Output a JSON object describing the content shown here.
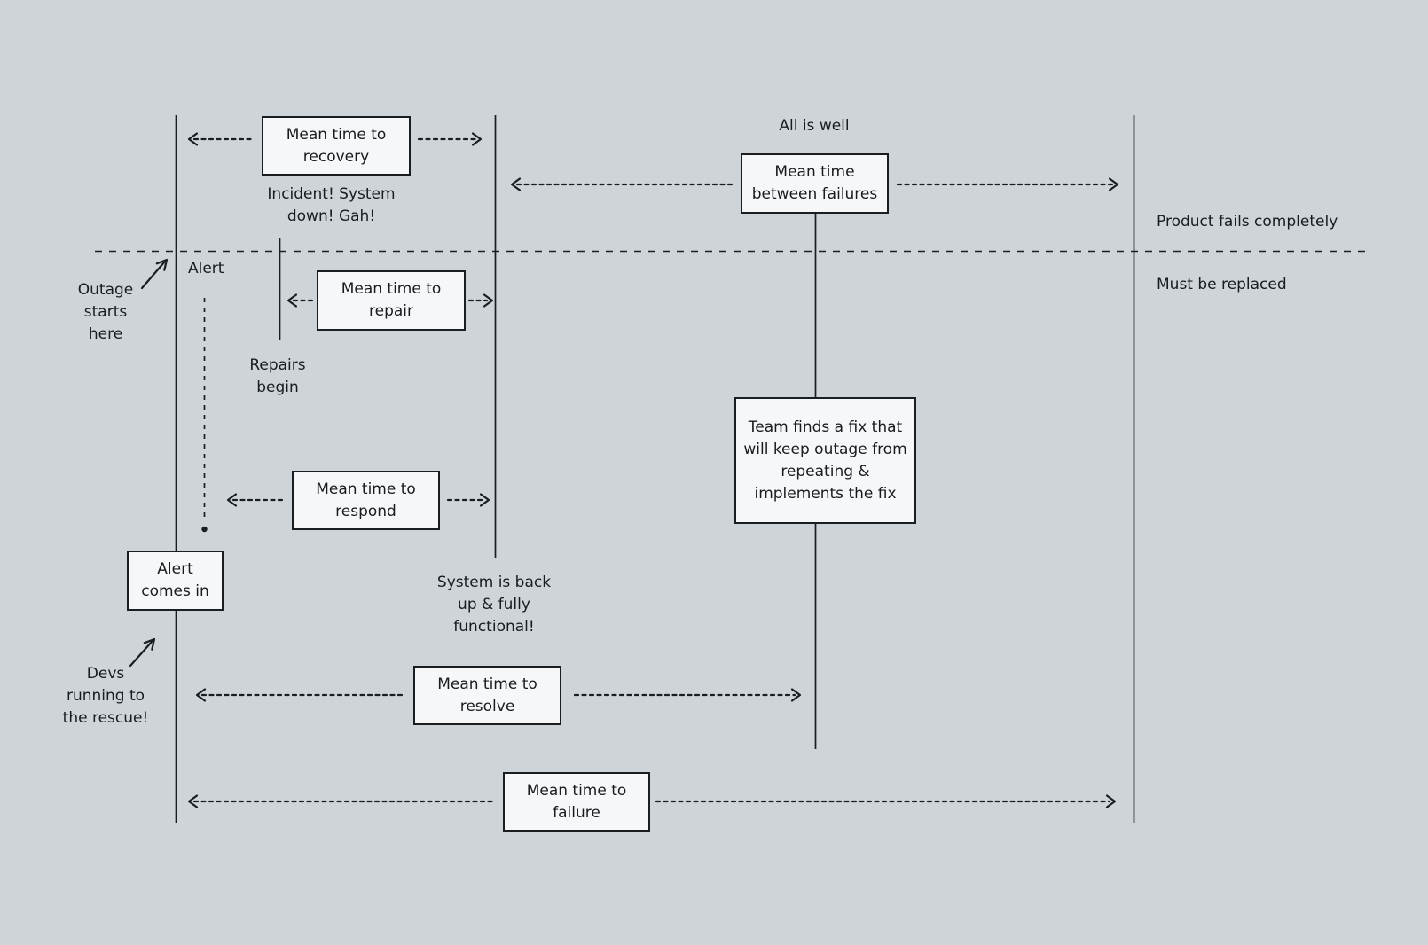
{
  "colors": {
    "background": "#cfd4d8",
    "box_fill": "#f6f7f8",
    "ink": "#1b1e21"
  },
  "boxes": {
    "recovery": {
      "lines": [
        "Mean time to",
        "recovery"
      ]
    },
    "mtbf": {
      "lines": [
        "Mean time",
        "between failures"
      ]
    },
    "repair": {
      "lines": [
        "Mean time to",
        "repair"
      ]
    },
    "respond": {
      "lines": [
        "Mean time to",
        "respond"
      ]
    },
    "alert_comes_in": {
      "lines": [
        "Alert",
        "comes in"
      ]
    },
    "team_fix": {
      "lines": [
        "Team finds a fix that",
        "will keep outage from",
        "repeating &",
        "implements the fix"
      ]
    },
    "resolve": {
      "lines": [
        "Mean time to",
        "resolve"
      ]
    },
    "failure": {
      "lines": [
        "Mean time to",
        "failure"
      ]
    }
  },
  "labels": {
    "all_is_well": "All is well",
    "incident": {
      "lines": [
        "Incident! System",
        "down! Gah!"
      ]
    },
    "alert": "Alert",
    "outage": {
      "lines": [
        "Outage",
        "starts",
        "here"
      ]
    },
    "repairs_begin": {
      "lines": [
        "Repairs",
        "begin"
      ]
    },
    "system_back": {
      "lines": [
        "System is back",
        "up & fully",
        "functional!"
      ]
    },
    "devs": {
      "lines": [
        "Devs",
        "running to",
        "the rescue!"
      ]
    },
    "product_fails": "Product fails completely",
    "must_be_replaced": "Must be replaced"
  }
}
